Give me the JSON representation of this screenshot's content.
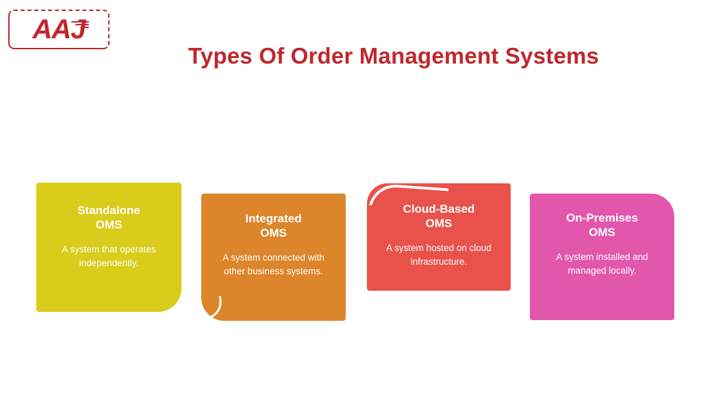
{
  "brand": {
    "logo_text": "AAJ",
    "logo_icon": "speed-lines-icon",
    "color": "#C2272D"
  },
  "header": {
    "title": "Types Of Order Management Systems",
    "title_color": "#C0272D"
  },
  "cards": [
    {
      "id": "standalone-oms",
      "title": "Standalone\nOMS",
      "title_line1": "Standalone",
      "title_line2": "OMS",
      "description": "A system that operates independently.",
      "color": "#D9CC1B",
      "corner": "bottom-right-rounded"
    },
    {
      "id": "integrated-oms",
      "title": "Integrated\nOMS",
      "title_line1": "Integrated",
      "title_line2": "OMS",
      "description": "A system connected with other business systems.",
      "color": "#DC852B",
      "corner": "bottom-left-curl"
    },
    {
      "id": "cloud-based-oms",
      "title": "Cloud-Based\nOMS",
      "title_line1": "Cloud-Based",
      "title_line2": "OMS",
      "description": "A system hosted on cloud infrastructure.",
      "color": "#E8524B",
      "corner": "top-left-curl"
    },
    {
      "id": "on-premises-oms",
      "title": "On-Premises\nOMS",
      "title_line1": "On-Premises",
      "title_line2": "OMS",
      "description": "A system installed and managed locally.",
      "color": "#E257AC",
      "corner": "top-right-rounded"
    }
  ],
  "background_color": "#FFFFFF"
}
